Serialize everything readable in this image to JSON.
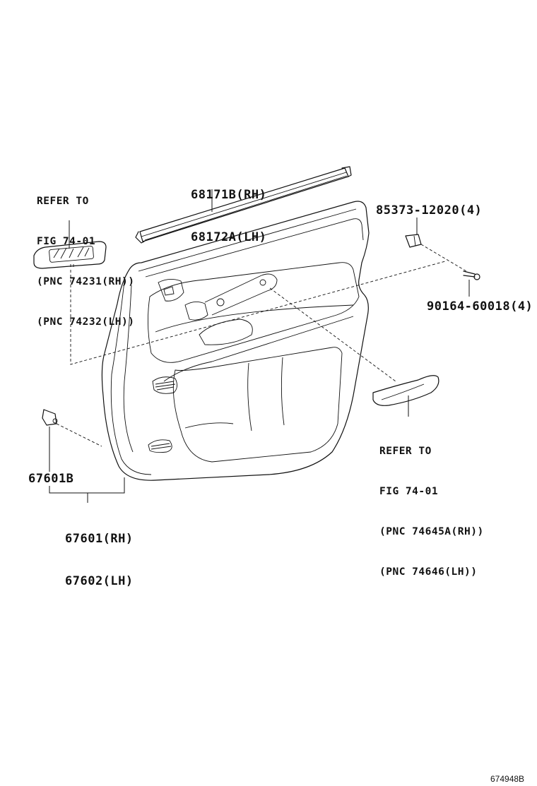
{
  "callouts": {
    "switch_ref": [
      "REFER TO",
      "FIG 74-01",
      "(PNC 74231(RH))",
      "(PNC 74232(LH))"
    ],
    "weatherstrip": [
      "68171B(RH)",
      "68172A(LH)"
    ],
    "clip": "85373-12020(4)",
    "screw": "90164-60018(4)",
    "handle_ref": [
      "REFER TO",
      "FIG 74-01",
      "(PNC 74645A(RH))",
      "(PNC 74646(LH))"
    ],
    "retainer": "67601B",
    "board": [
      "67601(RH)",
      "67602(LH)"
    ]
  },
  "figure_code": "674948B"
}
